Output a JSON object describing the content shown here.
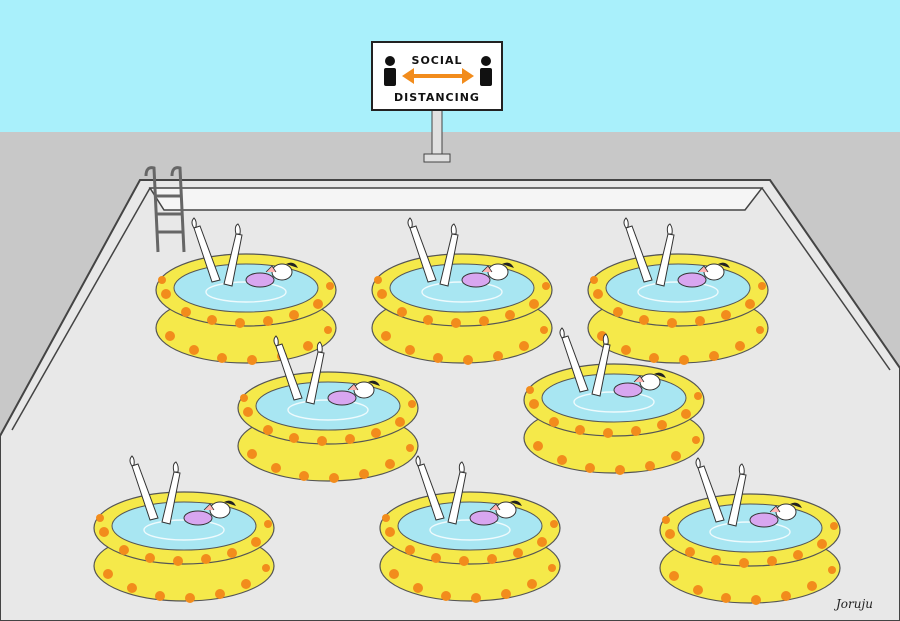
{
  "sign": {
    "line1": "SOCIAL",
    "line2": "DISTANCING"
  },
  "signature": "Joruju",
  "colors": {
    "sky": "#a9f0fb",
    "wall": "#c8c8c8",
    "deck": "#e8e8e8",
    "pool_ring": "#f5e94a",
    "pool_dots": "#f28c1c",
    "water": "#a8e6f2",
    "arrow": "#f28c1c"
  },
  "icons": [
    "person-icon",
    "double-arrow-icon",
    "pool-ladder-icon"
  ],
  "pool_count": 8
}
